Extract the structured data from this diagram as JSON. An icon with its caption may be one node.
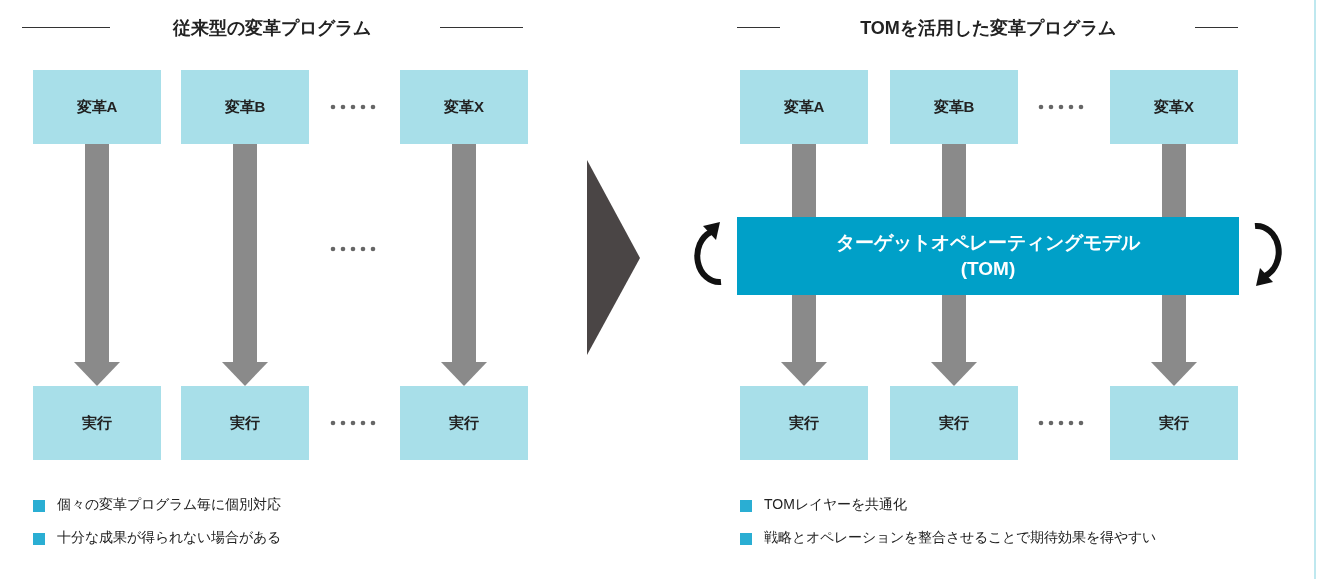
{
  "diagram": {
    "nodes": [
      {
        "text": [
          "変革A"
        ]
      },
      {
        "text": [
          "変革B"
        ]
      },
      {
        "text": [
          "変革X"
        ]
      },
      {
        "text": [
          "実行"
        ]
      },
      {
        "text": [
          "実行"
        ]
      },
      {
        "text": [
          "実行"
        ]
      },
      {
        "text": [
          "変革A"
        ]
      },
      {
        "text": [
          "変革B"
        ]
      },
      {
        "text": [
          "変革X"
        ]
      },
      {
        "text": [
          "ターゲットオペレーティングモデル (TOM)"
        ]
      },
      {
        "text": [
          "実行"
        ]
      },
      {
        "text": [
          "実行"
        ]
      },
      {
        "text": [
          "実行"
        ]
      }
    ],
    "edges": [
      {
        "from": 0,
        "to": 3,
        "arrow": "to"
      },
      {
        "from": 1,
        "to": 4,
        "arrow": "to"
      },
      {
        "from": 2,
        "to": 5,
        "arrow": "to"
      },
      {
        "from": 6,
        "to": 9,
        "arrow": "none"
      },
      {
        "from": 7,
        "to": 9,
        "arrow": "none"
      },
      {
        "from": 8,
        "to": 9,
        "arrow": "none"
      },
      {
        "from": 9,
        "to": 10,
        "arrow": "to"
      },
      {
        "from": 9,
        "to": 11,
        "arrow": "to"
      },
      {
        "from": 9,
        "to": 12,
        "arrow": "to"
      }
    ],
    "labels": [
      "従来型の変革プログラム",
      "TOMを活用した変革プログラム",
      "個々の変革プログラム毎に個別対応",
      "十分な成果が得られない場合がある",
      "TOMレイヤーを共通化",
      "戦略とオペレーションを整合させることで期待効果を得やすい"
    ]
  }
}
